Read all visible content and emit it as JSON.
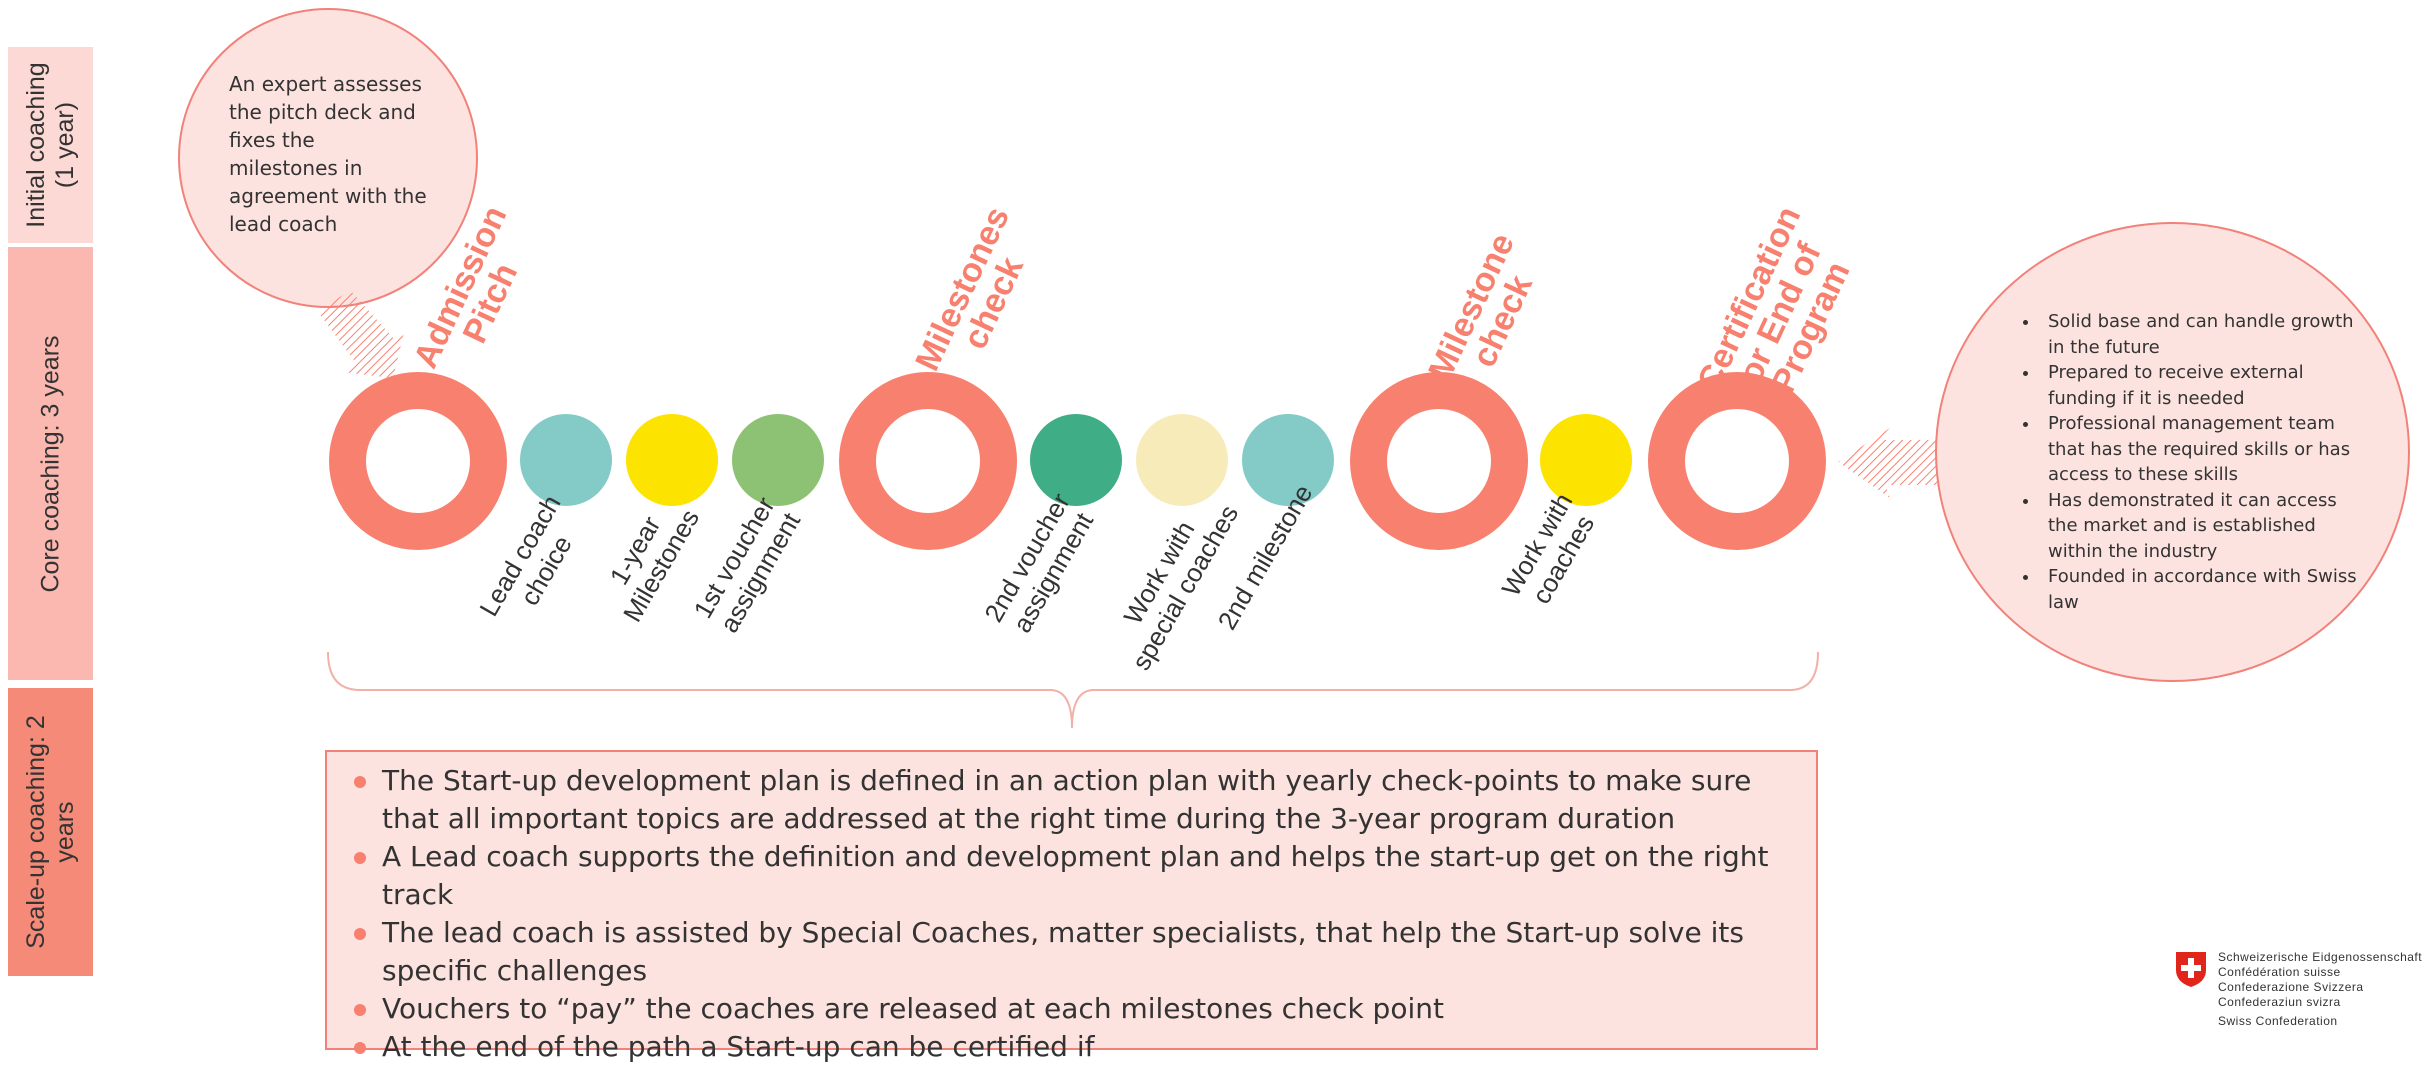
{
  "colors": {
    "salmon": "#f7806f",
    "light_pink": "#fde3df",
    "sidebar_initial": "#fcd9d5",
    "sidebar_core": "#fbb8b0",
    "sidebar_scaleup": "#f58a78"
  },
  "sidebar": [
    {
      "label_line1": "Initial coaching",
      "label_line2": "(1 year)"
    },
    {
      "label_line1": "Core coaching: 3 years",
      "label_line2": ""
    },
    {
      "label_line1": "Scale-up coaching: 2",
      "label_line2": "years"
    }
  ],
  "bubble_left": {
    "text": "An expert assesses the pitch deck and fixes the milestones in agreement with the lead coach"
  },
  "bubble_right": {
    "items": [
      "Solid base and can handle growth in the future",
      "Prepared to receive external funding if it is needed",
      "Professional management team that has the required skills or has access to these skills",
      "Has demonstrated it can access the market and is established within the industry",
      "Founded in accordance with Swiss law"
    ]
  },
  "milestones": [
    {
      "line1": "Admission",
      "line2": "Pitch",
      "line3": ""
    },
    {
      "line1": "Milestones",
      "line2": "check",
      "line3": ""
    },
    {
      "line1": "Milestone",
      "line2": "check",
      "line3": ""
    },
    {
      "line1": "Certification",
      "line2": "or End of",
      "line3": "Program"
    }
  ],
  "steps": [
    {
      "line1": "Lead coach",
      "line2": "choice",
      "color": "#84cbc7"
    },
    {
      "line1": "1-year",
      "line2": "Milestones",
      "color": "#fde300"
    },
    {
      "line1": "1st voucher",
      "line2": "assignment",
      "color": "#8dc173"
    },
    {
      "line1": "2nd voucher",
      "line2": "assignment",
      "color": "#3fae86"
    },
    {
      "line1": "Work with",
      "line2": "special coaches",
      "color": "#f7ecb9"
    },
    {
      "line1": "2nd milestone",
      "line2": "",
      "color": "#84cbc7"
    },
    {
      "line1": "Work with",
      "line2": "coaches",
      "color": "#fde300"
    }
  ],
  "summary": [
    "The Start-up development plan is defined in an action plan with yearly check-points to make sure that all important topics are addressed at the right time during the 3-year program duration",
    "A Lead coach supports the definition and development plan and helps the start-up get on the right track",
    "The lead coach is assisted by Special Coaches, matter specialists, that help the Start-up solve its specific challenges",
    "Vouchers to “pay” the coaches are released at each milestones check point",
    "At the end of the path a Start-up can be certified if"
  ],
  "logo": {
    "line1": "Schweizerische Eidgenossenschaft",
    "line2": "Confédération suisse",
    "line3": "Confederazione Svizzera",
    "line4": "Confederaziun svizra",
    "line5": "Swiss Confederation"
  }
}
